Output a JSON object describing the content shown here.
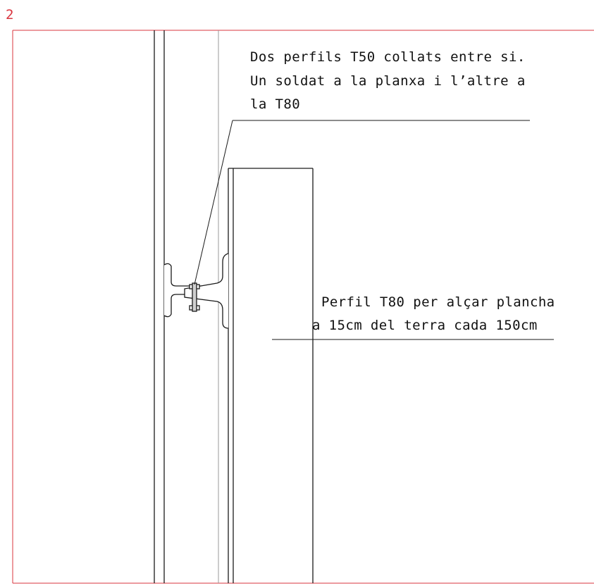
{
  "sheet_number": "2",
  "annotations": {
    "top": {
      "lines": [
        "Dos perfils T50 collats entre si.",
        "Un soldat a la planxa i l’altre a",
        "la T80"
      ]
    },
    "right": {
      "lines": [
        "Perfil T80 per alçar plancha",
        "a 15cm del terra cada 150cm"
      ]
    }
  },
  "colors": {
    "frame": "#d9343e",
    "lines": "#1a1a1a",
    "thin_lines": "#9a9a9a",
    "fill": "#cfcfcf"
  }
}
